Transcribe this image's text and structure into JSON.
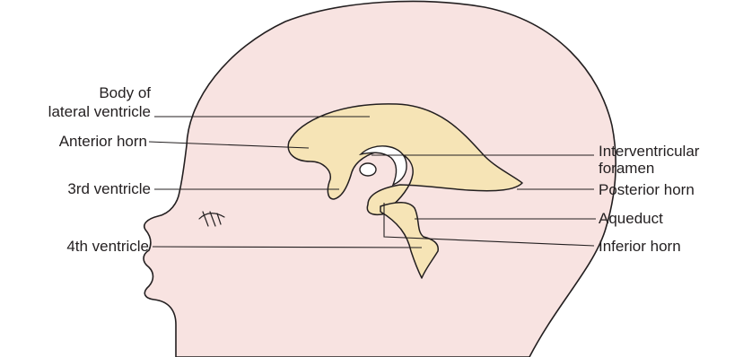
{
  "colors": {
    "head_fill": "#f8e3e1",
    "ventricle_fill": "#f6e4b6",
    "outline": "#231f20",
    "background": "#ffffff"
  },
  "labels": {
    "body_of_lateral_ventricle_line1": "Body of",
    "body_of_lateral_ventricle_line2": "lateral ventricle",
    "anterior_horn": "Anterior horn",
    "third_ventricle": "3rd ventricle",
    "fourth_ventricle": "4th ventricle",
    "interventricular_foramen_line1": "Interventricular",
    "interventricular_foramen_line2": "foramen",
    "posterior_horn": "Posterior horn",
    "aqueduct": "Aqueduct",
    "inferior_horn": "Inferior horn"
  }
}
